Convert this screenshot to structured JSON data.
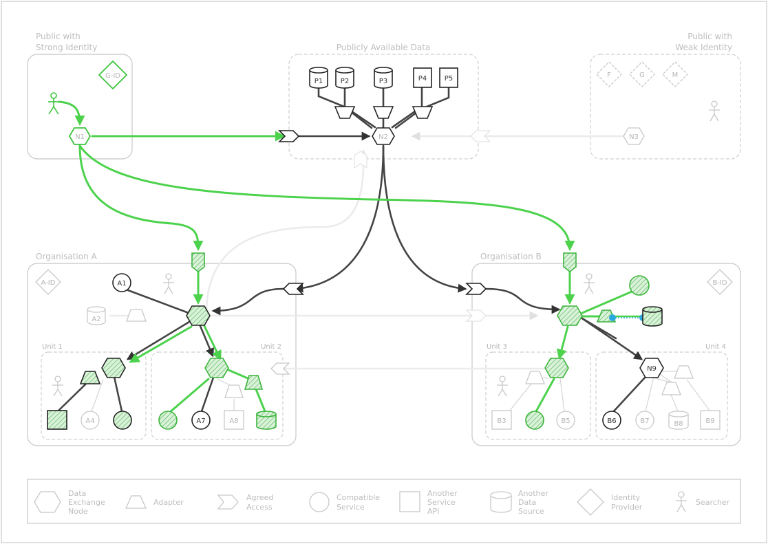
{
  "groups": {
    "public_strong": [
      "Public with",
      "Strong Identity"
    ],
    "public_data": "Publicly Available Data",
    "public_weak": [
      "Public with",
      "Weak Identity"
    ],
    "org_a": "Organisation A",
    "org_b": "Organisation B",
    "unit1": "Unit 1",
    "unit2": "Unit 2",
    "unit3": "Unit 3",
    "unit4": "Unit 4"
  },
  "nodes": {
    "gid": "G-ID",
    "n1": "N1",
    "p1": "P1",
    "p2": "P2",
    "p3": "P3",
    "p4": "P4",
    "p5": "P5",
    "n2": "N2",
    "f": "F",
    "g": "G",
    "m": "M",
    "n3": "N3",
    "aid": "A-ID",
    "a1": "A1",
    "a2": "A2",
    "a4": "A4",
    "a7": "A7",
    "a8": "A8",
    "bid": "B-ID",
    "b3": "B3",
    "b5": "B5",
    "b6": "B6",
    "b7": "B7",
    "b8": "B8",
    "b9": "B9",
    "n9": "N9"
  },
  "legend": [
    {
      "icon": "hexagon-icon",
      "lines": [
        "Data",
        "Exchange",
        "Node"
      ]
    },
    {
      "icon": "trapezoid-icon",
      "lines": [
        "Adapter"
      ]
    },
    {
      "icon": "chevron-icon",
      "lines": [
        "Agreed",
        "Access"
      ]
    },
    {
      "icon": "circle-icon",
      "lines": [
        "Compatible",
        "Service"
      ]
    },
    {
      "icon": "square-icon",
      "lines": [
        "Another",
        "Service",
        "API"
      ]
    },
    {
      "icon": "cylinder-icon",
      "lines": [
        "Another",
        "Data",
        "Source"
      ]
    },
    {
      "icon": "diamond-icon",
      "lines": [
        "Identity",
        "Provider"
      ]
    },
    {
      "icon": "stick-figure-icon",
      "lines": [
        "Searcher"
      ]
    }
  ],
  "colors": {
    "green": "#4cd24c",
    "dark": "#444444",
    "grey": "#cfcfcf",
    "blue_dot": "#2aa8e0"
  }
}
